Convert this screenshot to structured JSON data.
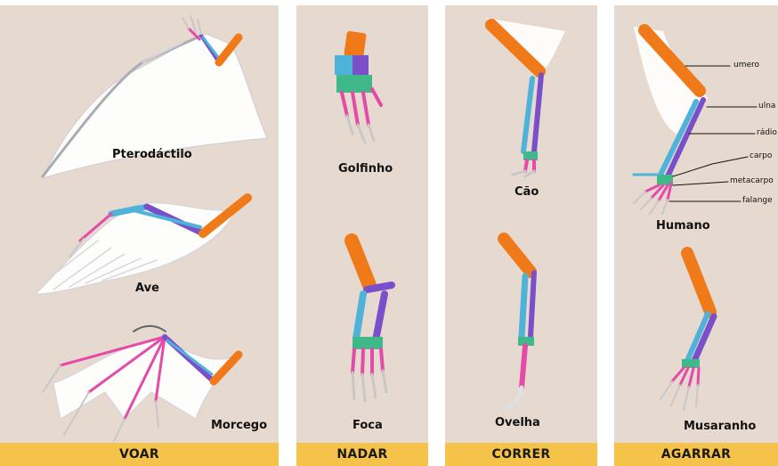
{
  "categories": [
    {
      "label": "VOAR",
      "animals": [
        "Pterodáctilo",
        "Ave",
        "Morcego"
      ]
    },
    {
      "label": "NADAR",
      "animals": [
        "Golfinho",
        "Foca"
      ]
    },
    {
      "label": "CORRER",
      "animals": [
        "Cão",
        "Ovelha"
      ]
    },
    {
      "label": "AGARRAR",
      "animals": [
        "Humano",
        "Musaranho"
      ]
    }
  ],
  "bone_labels": [
    "umero",
    "ulna",
    "rádio",
    "carpo",
    "metacarpo",
    "falange"
  ],
  "colors": {
    "panel_background": "#e6d9cf",
    "footer_background": "#f5c24a",
    "humerus": "#f07a1a",
    "ulna": "#7a4fc9",
    "radius": "#4fb3d9",
    "carpal": "#3fb88a",
    "metacarpal": "#e64aa8",
    "phalange": "#e0e6f0"
  }
}
